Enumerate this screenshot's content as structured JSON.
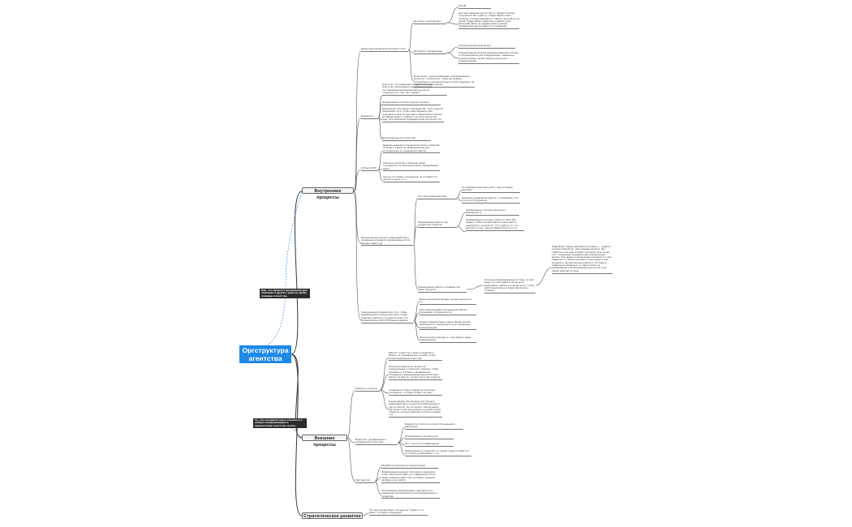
{
  "root": "Оргструктура агентства",
  "notes": [
    "Как, что является механизмом для описания и других групп не прямо команды агентства.",
    "То, что находится вне и относится к любым коммуникациям и привлечению агентства не вне"
  ],
  "branches": {
    "internal": "Внутренние процессы",
    "external": "Внешние процессы",
    "strategy": "Стратегическое развитие"
  },
  "internal": {
    "c1": "Целые функциональной механизм атап",
    "c2": "Внешность",
    "c3": "Атапы для НР",
    "c4": "Механизмы внутреннего взаимодействия / управления командой, формирования этого режима через и рр",
    "c5": "Коммуникация (правила для того, чтобы формировались конкретные дела, чтобы позволить работать на одной основе (что. Формирование описи НР бренда лидеров)",
    "d1": "Доставка к выполнению",
    "d2": "Доставка к продвижению",
    "d3": "Мониторинг, ориентированный на формирование личности, стратегии из, чтобы мы не были остановлены и находили более соответствующего на правах развития",
    "e1": "для PR",
    "e2": "для персональных (для которого требуется более сотрудничество и работу и представлять свою позицию и позиционировать и ставить свое работу на рынке. Представлен «ремесла» в рамках, всех категорий работ на поддержание и каналы продвижения для активности и подобный)",
    "e3": "Сопровождения каналов вне",
    "e4": "Сопровождения каналов коммуникационной системе и сопровождения дел коммуникации с внешними исполнителями, кроме коммуникационной с. (коммуникация)",
    "f1": "Целостно к поставщикам коммуникации (функционал агентства. Организация окружающего мира (поставщиков-механизмов работы) или из «поверхности». Как они создают?",
    "f2": "Формирование системы охраны и бизнеса",
    "f3": "Внутренние отношения и механизм PR - роль в других изменениях сети, чтобы предотвращать для сотрудников других функций и обязательностей при мотивационным и ставили и на контроле систем будут все изменения подведения для контроля и пр.",
    "f4": "Для бренда внутри агентства",
    "g1": "Ведение дневника сотрудников (записи собраний, истории и задачи по. формированию для. сотрудников в их ежедневной работе)",
    "g2": "Описание проектов и обучение новых сотрудников системе выполнения определённых задач",
    "g3": "Личное состояние сотрудников, их потребности, ценности для в и т.п.",
    "h1": "Тестовое взаимодействие",
    "h2": "Формирование работы при конкретных проектах",
    "h3": "Формирование работы к команде при новых проектах",
    "i1": "Составление дорожных работ, над которыми работают",
    "i2": "Описание ежедневной работы с сотрудников, этот тому для сотрудников",
    "i3": "Формирование системы проектного менеджмента",
    "i4": "Формирование системы отчётности НР и KPI - правки, чтобы система работы (какая работа проводится) и результат этого работу, кто что выполнил и как, оценка эффективности и т.д.",
    "i5": "Описание и формирование системы, из чего будет состоять работа, какие шаги необходимо сделать и в какие сроки, чтобы работа выполнена и будет обеспечена успешно.",
    "j1": "Подробнее: Термин для работы согласно — «работа, которая требуется», для команды проекта. Как ставится и как работа будет проходить. Все на чем этот. Отдельные понимания для коммуникации внутри. Сам задача и организация описанного и. Как правильно и ставить на работу и как проекта или управлять, при выполнении работы и поставки в правильную правильно на одном этапе и в направлениях и формирование результата, и на общей рабочей системе.",
    "k1": "Выше нетрудовые бренды, личные ценности и т.п.",
    "k2": "Для коммуникаций и организация работы, отношение сотрудников в ds",
    "k3": "Предоставление своих оценок (вклад личной деятельности, вовлеченности на социальных коммуникаций)",
    "k4": "Описание для команды и к ним общего, виды коммуникации"
  },
  "external": {
    "c1": "Клиенты и клиенты",
    "c2": "Маркетинг (продвижение и продвижение агентства)",
    "c3": "Партнерство",
    "d1": "Работа с клиентом и через отношения и бизнес, не понимание нас условий, чтобы позиционирование агентства",
    "d2": "Описание клиентских процессов коммуникации с клиентом и запросы, чтобы понимать и составить определённые отношения и формирования для агентства и работы по вместе с продуктом и для клиента",
    "d3": "Создание системы стандартов качества и отношения, о которых клиент не знает",
    "d4": "В дальнейшем обеспечение при проекте взаимодействия с клиентом и работниками и при их работе, тех кто может, обеспечивать при проекте или для клиента и на работе для клиентов, которые работают в этом на общем с их",
    "e1": "Разработка стратегии и агентства внешнего маркетинга",
    "e2": "Формирование системы услуг",
    "e3": "Рост, участие в конференциях",
    "e4": "Привлечение от клиентов и со связей, в другом работа и из статей и публикаций, и т.д.",
    "f1": "Разработка партнерских предложений",
    "f2": "Формирование внешних партнеров с внешними, чтобы обеспечить работу и. поддержкой или на предоставление работ при поставках, решение проблем и как работа",
    "f3": "Поставляющие формирования партнеров и их товарищей, договоренности для формирования и продукции"
  },
  "strategy": {
    "c1": "Что нам сегодня было, сегодня нет, будем, и что будет, что будет в будущем?"
  }
}
